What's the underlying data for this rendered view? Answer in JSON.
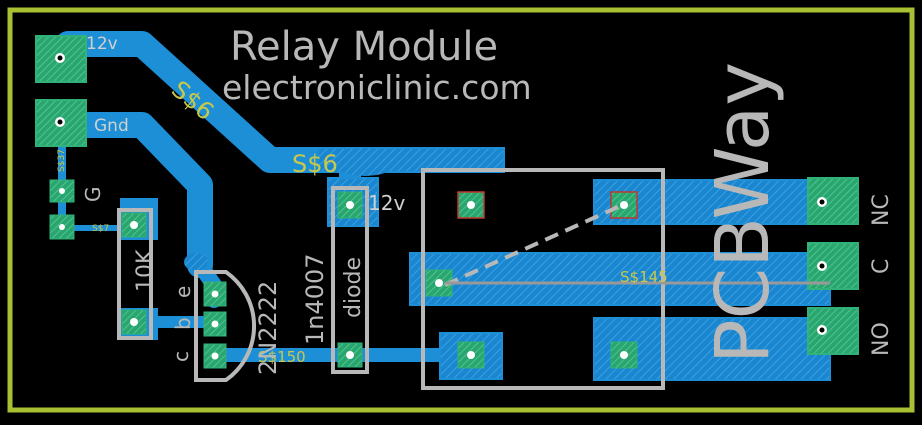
{
  "title": "Relay Module",
  "subtitle": "electroniclinic.com",
  "brand": "PCBWay",
  "nets": {
    "vcc": "12v",
    "gnd": "Gnd",
    "s6": "S$6",
    "s6_small": "S$6",
    "s145": "S$145",
    "s150": "S$150",
    "s37": "S$37",
    "s37b": "S$7"
  },
  "parts": {
    "resistor": "10K",
    "diode_part": "1n4007",
    "diode_label": "diode",
    "transistor": "2N2222",
    "diode_pad": "12v",
    "gnd_pin": "G"
  },
  "pins": {
    "e": "e",
    "b": "b",
    "c": "c"
  },
  "relay_pins": {
    "nc": "NC",
    "c": "C",
    "no": "NO"
  },
  "colors": {
    "background": "#000000",
    "outline": "#a7c034",
    "trace": "#1d8fd6",
    "pad": "#2fb37a",
    "silk": "#b8b8b8",
    "net_text": "#c9c84a"
  }
}
